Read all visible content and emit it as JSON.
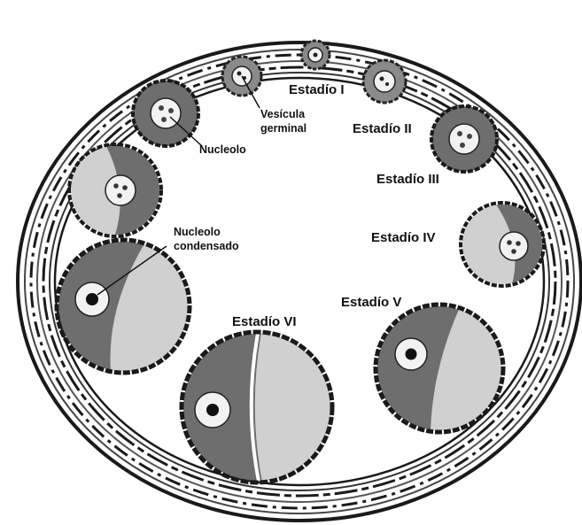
{
  "figure": {
    "stages": {
      "s1": "Estadío I",
      "s2": "Estadío II",
      "s3": "Estadío III",
      "s4": "Estadío IV",
      "s5": "Estadío V",
      "s6": "Estadío VI"
    },
    "annotations": {
      "nucleolo": "Nucleolo",
      "vesicula_line1": "Vesícula",
      "vesicula_line2": "germinal",
      "condensado_line1": "Nucleolo",
      "condensado_line2": "condensado"
    },
    "colors": {
      "dark_cytoplasm": "#6e6e6e",
      "light_yolk": "#d0d0d0",
      "wall": "#1a1a1a",
      "background": "#ffffff"
    }
  }
}
